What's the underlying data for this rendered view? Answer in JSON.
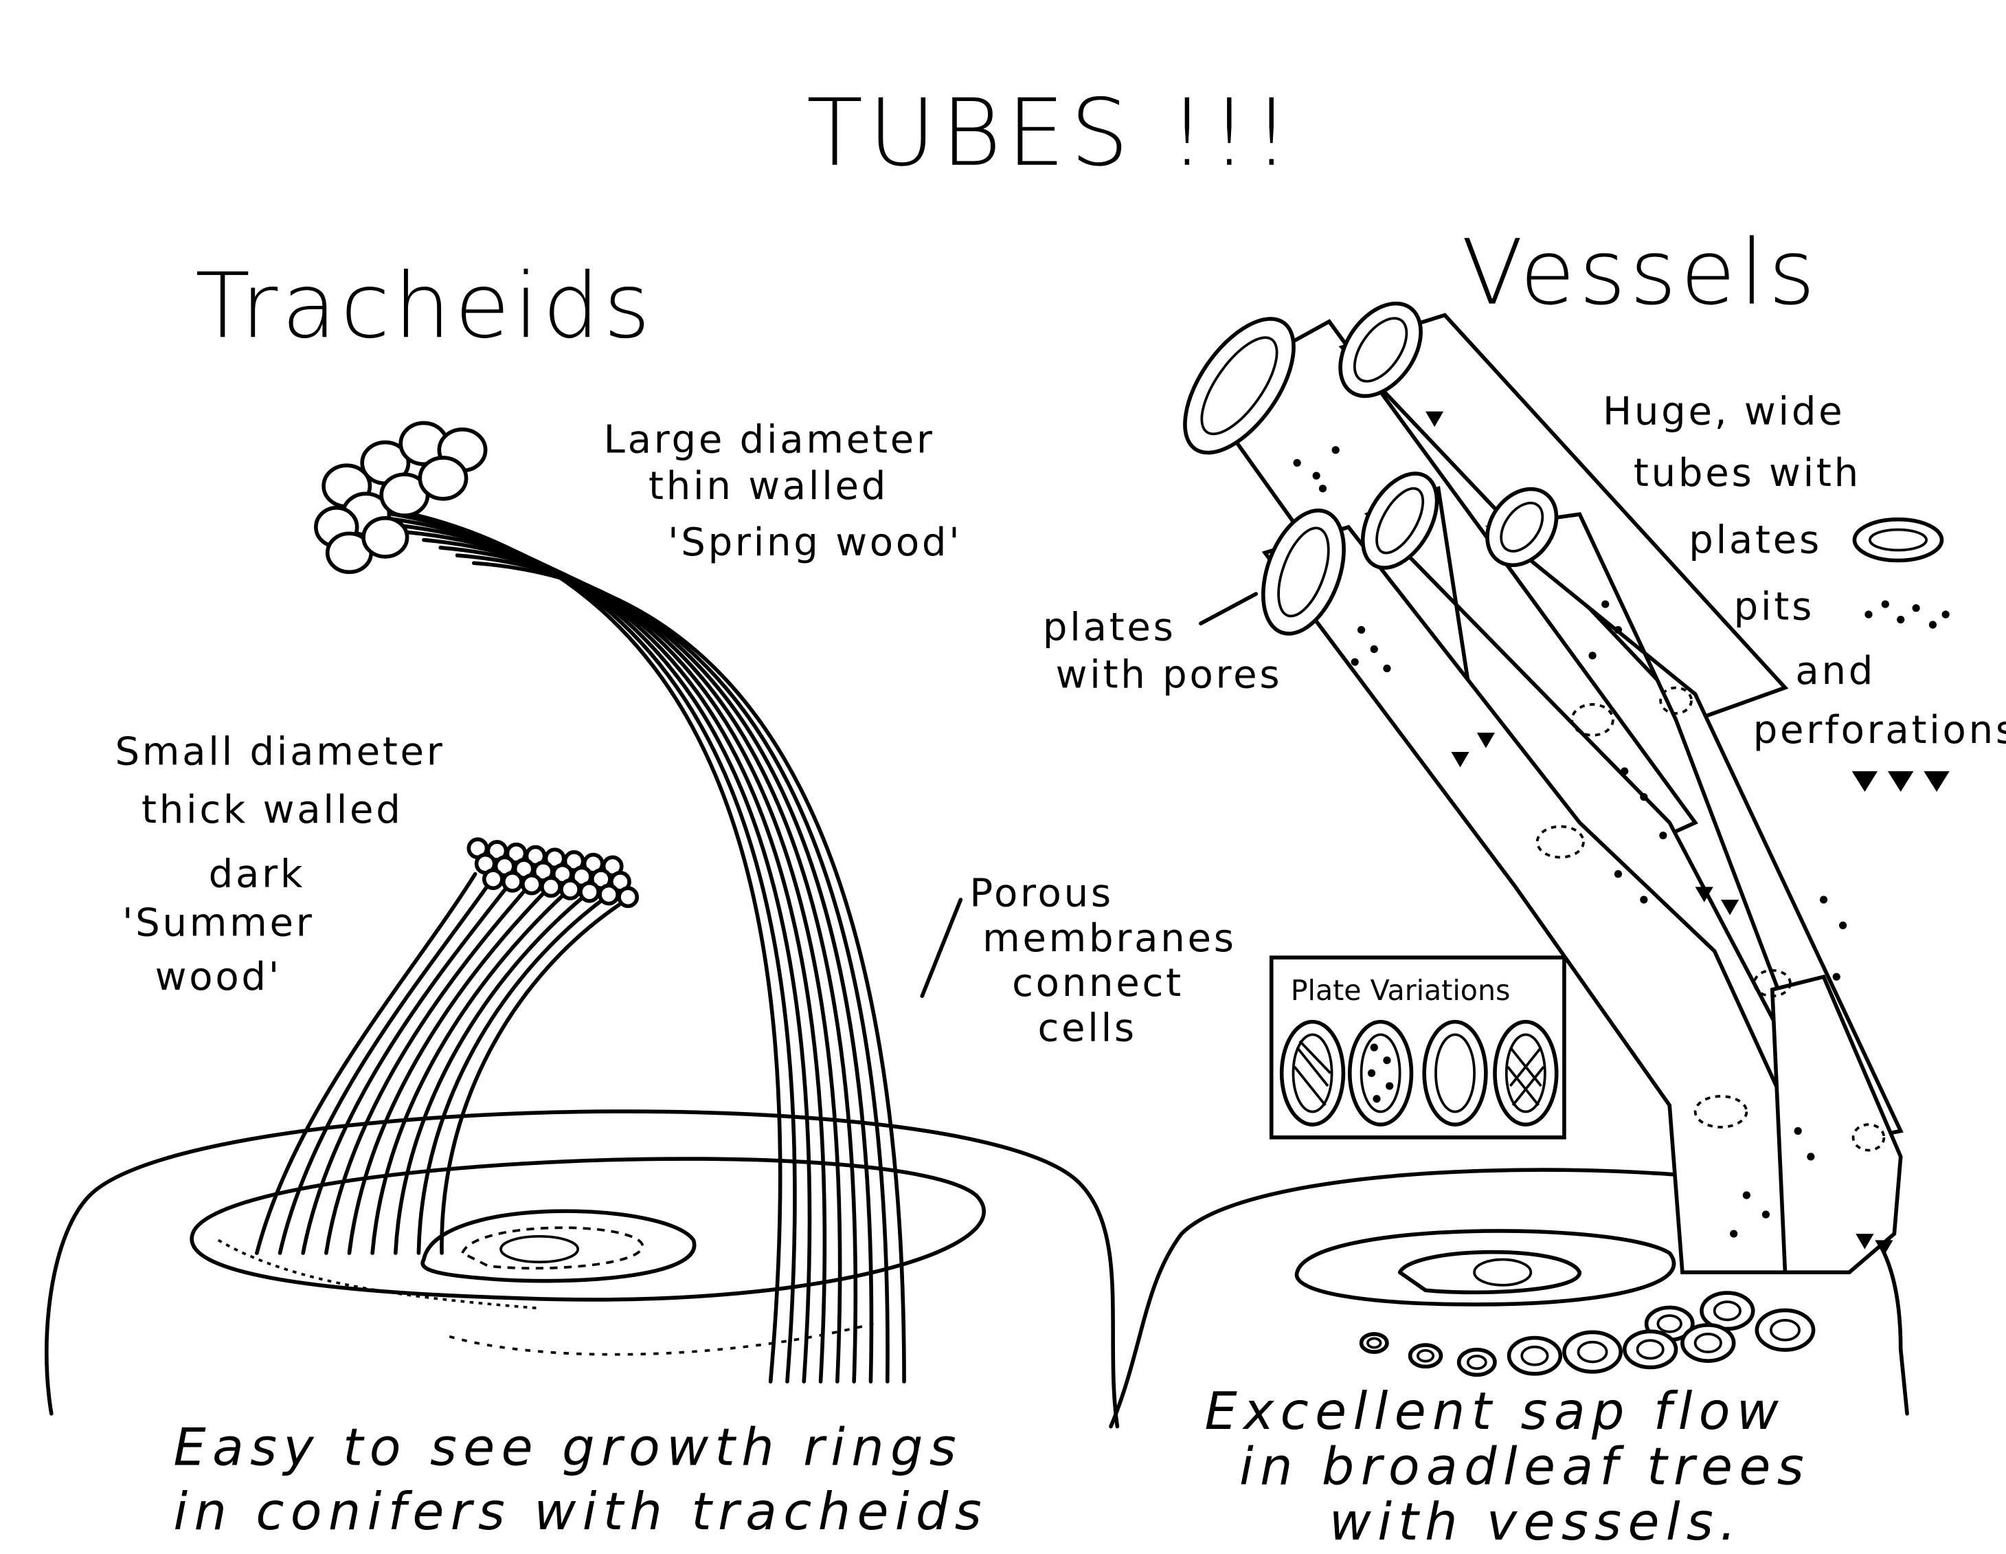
{
  "title": "TUBES !!!",
  "tracheids": {
    "heading": "Tracheids",
    "spring_note": [
      "Large diameter",
      "thin walled",
      "'Spring wood'"
    ],
    "summer_note": [
      "Small diameter",
      "thick walled",
      "dark",
      "'Summer",
      "wood'"
    ],
    "porous_note": [
      "Porous",
      "membranes",
      "connect",
      "cells"
    ],
    "caption": [
      "Easy to see growth rings",
      "in  conifers  with  tracheids"
    ]
  },
  "vessels": {
    "heading": "Vessels",
    "plates_note": [
      "plates",
      "with pores"
    ],
    "huge_note": [
      "Huge, wide",
      "tubes with",
      "plates",
      "pits",
      "and",
      "perforations"
    ],
    "plate_variations_label": "Plate Variations",
    "caption": [
      "Excellent  sap  flow",
      "in broadleaf  trees",
      "with  vessels."
    ]
  }
}
